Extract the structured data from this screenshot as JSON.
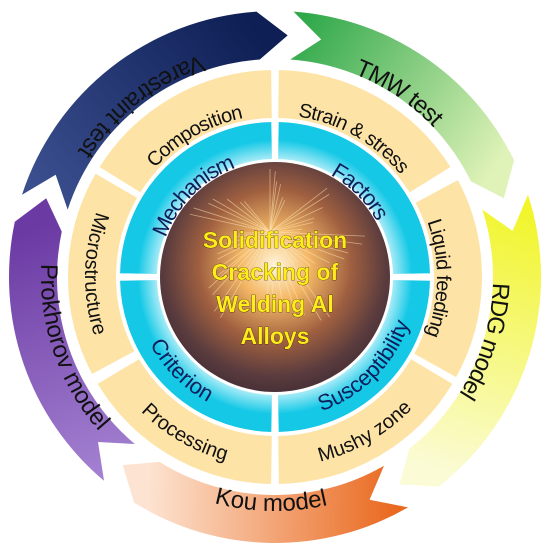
{
  "center": {
    "title_lines": [
      "Solidification",
      "Cracking of",
      "Welding Al",
      "Alloys"
    ]
  },
  "inner_ring": [
    {
      "label": "Mechanism",
      "color": "#14c8e6"
    },
    {
      "label": "Factors",
      "color": "#14c8e6"
    },
    {
      "label": "Susceptibility",
      "color": "#14c8e6"
    },
    {
      "label": "Criterion",
      "color": "#14c8e6"
    }
  ],
  "middle_ring": [
    {
      "label": "Composition"
    },
    {
      "label": "Strain &  stress"
    },
    {
      "label": "Liquid feeding"
    },
    {
      "label": "Mushy zone"
    },
    {
      "label": "Processing"
    },
    {
      "label": "Microstructure"
    }
  ],
  "outer_ring": [
    {
      "label": "Varestraint test",
      "color_start": "#3b4f8f",
      "color_end": "#0e1f55"
    },
    {
      "label": "TMW test",
      "color_start": "#2fa84a",
      "color_end": "#dff2b8"
    },
    {
      "label": "RDG model",
      "color_start": "#f1f52a",
      "color_end": "#fbfbd6"
    },
    {
      "label": "Kou model",
      "color_start": "#e9691f",
      "color_end": "#fde4d2"
    },
    {
      "label": "Prokhorov model",
      "color_start": "#a27fd0",
      "color_end": "#6b3aa3"
    }
  ],
  "colors": {
    "middle_fill": "#fde3a6",
    "inner_fill": "#14c8e6",
    "ring_gap": "#ffffff"
  }
}
